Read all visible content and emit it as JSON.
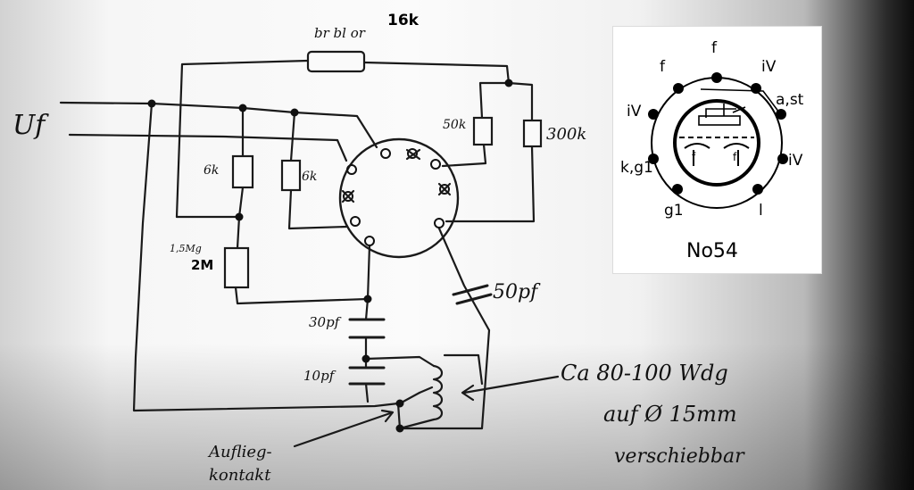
{
  "schematic": {
    "labels": {
      "top_resistor_note": "br bl or",
      "top_resistor_value": "16k",
      "supply_voltage": "Uf",
      "resistor_left_1": "6k",
      "resistor_left_2": "6k",
      "resistor_plate_1": "50k",
      "resistor_plate_2": "300k",
      "grid_leak_note": "1,5Mg",
      "grid_leak_value": "2M",
      "capacitor_upper": "30pf",
      "capacitor_lower": "10pf",
      "coupling_capacitor": "50pf",
      "coil_note_line1": "Ca 80-100 Wdg",
      "coil_note_line2": "auf Ø 15mm",
      "coil_note_line3": "verschiebbar",
      "contact_note_line1": "Auflieg-",
      "contact_note_line2": "kontakt"
    }
  },
  "tube_base_diagram": {
    "model_label": "No54",
    "pins": {
      "top": "f",
      "top_left": "f",
      "top_right": "iV",
      "right_upper": "a,st",
      "left_upper": "iV",
      "left_lower": "k,g1",
      "right_lower": "iV",
      "bottom_left": "g1",
      "bottom_right": "l"
    }
  }
}
